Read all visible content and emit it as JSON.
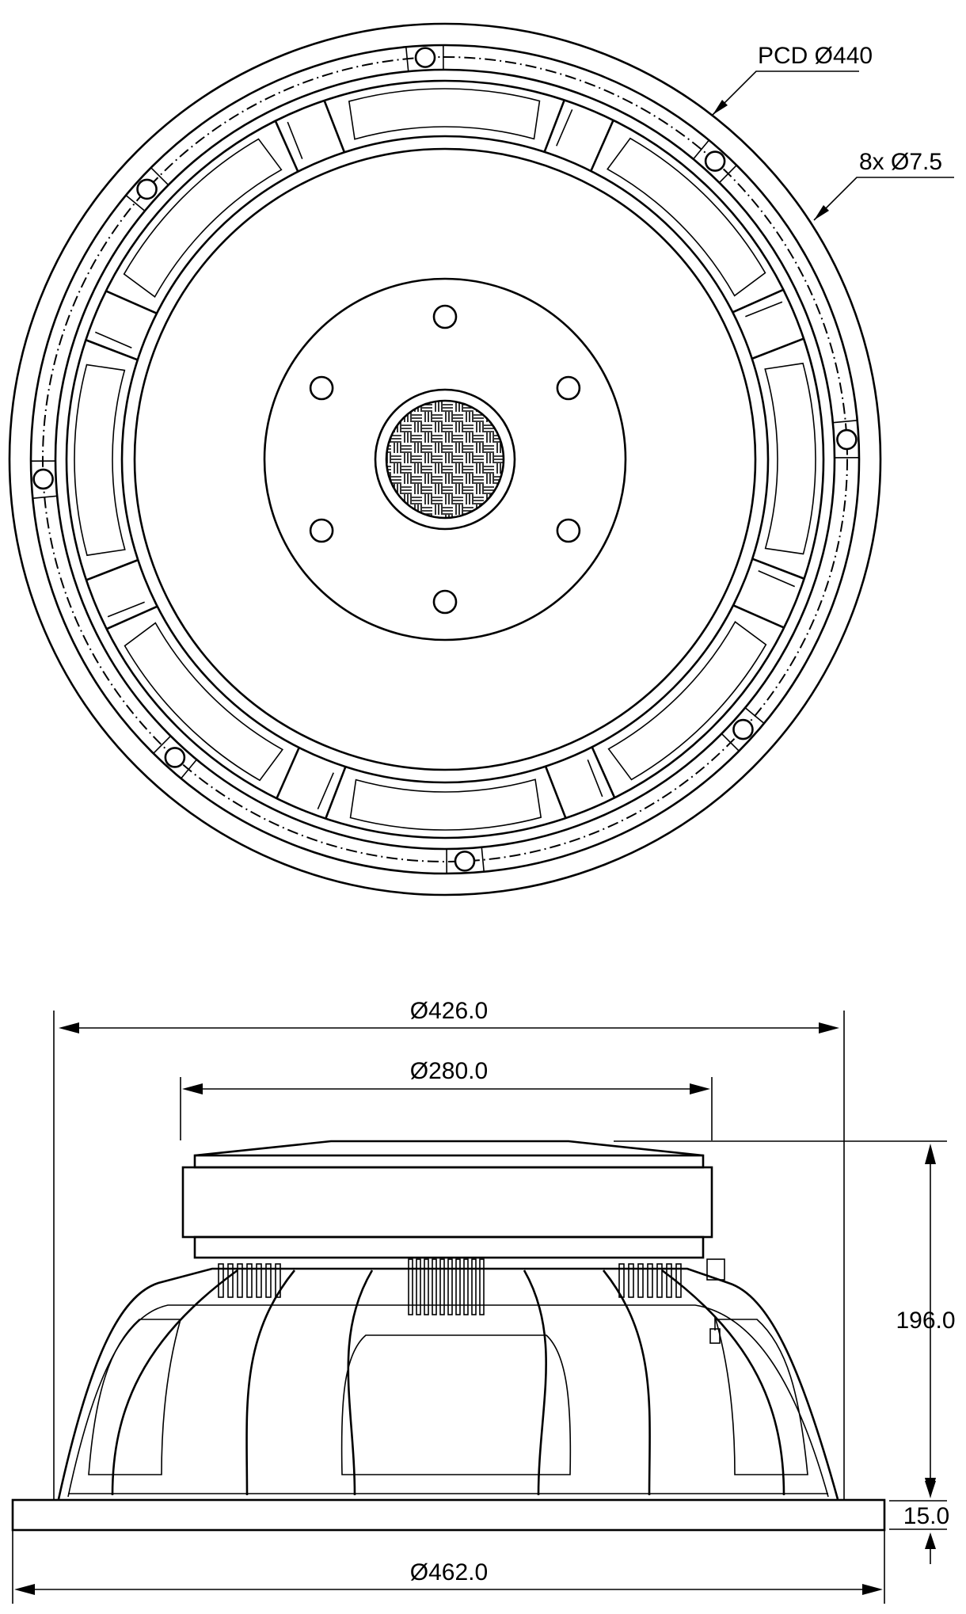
{
  "top_view": {
    "pcd_label": "PCD Ø440",
    "holes_label": "8x Ø7.5",
    "mounting_hole_count": 8,
    "spoke_count": 8,
    "magnet_bolt_count": 6
  },
  "side_view": {
    "outer_diameter_label": "Ø426.0",
    "magnet_diameter_label": "Ø280.0",
    "baffle_diameter_label": "Ø462.0",
    "depth_label": "196.0",
    "flange_label": "15.0"
  }
}
